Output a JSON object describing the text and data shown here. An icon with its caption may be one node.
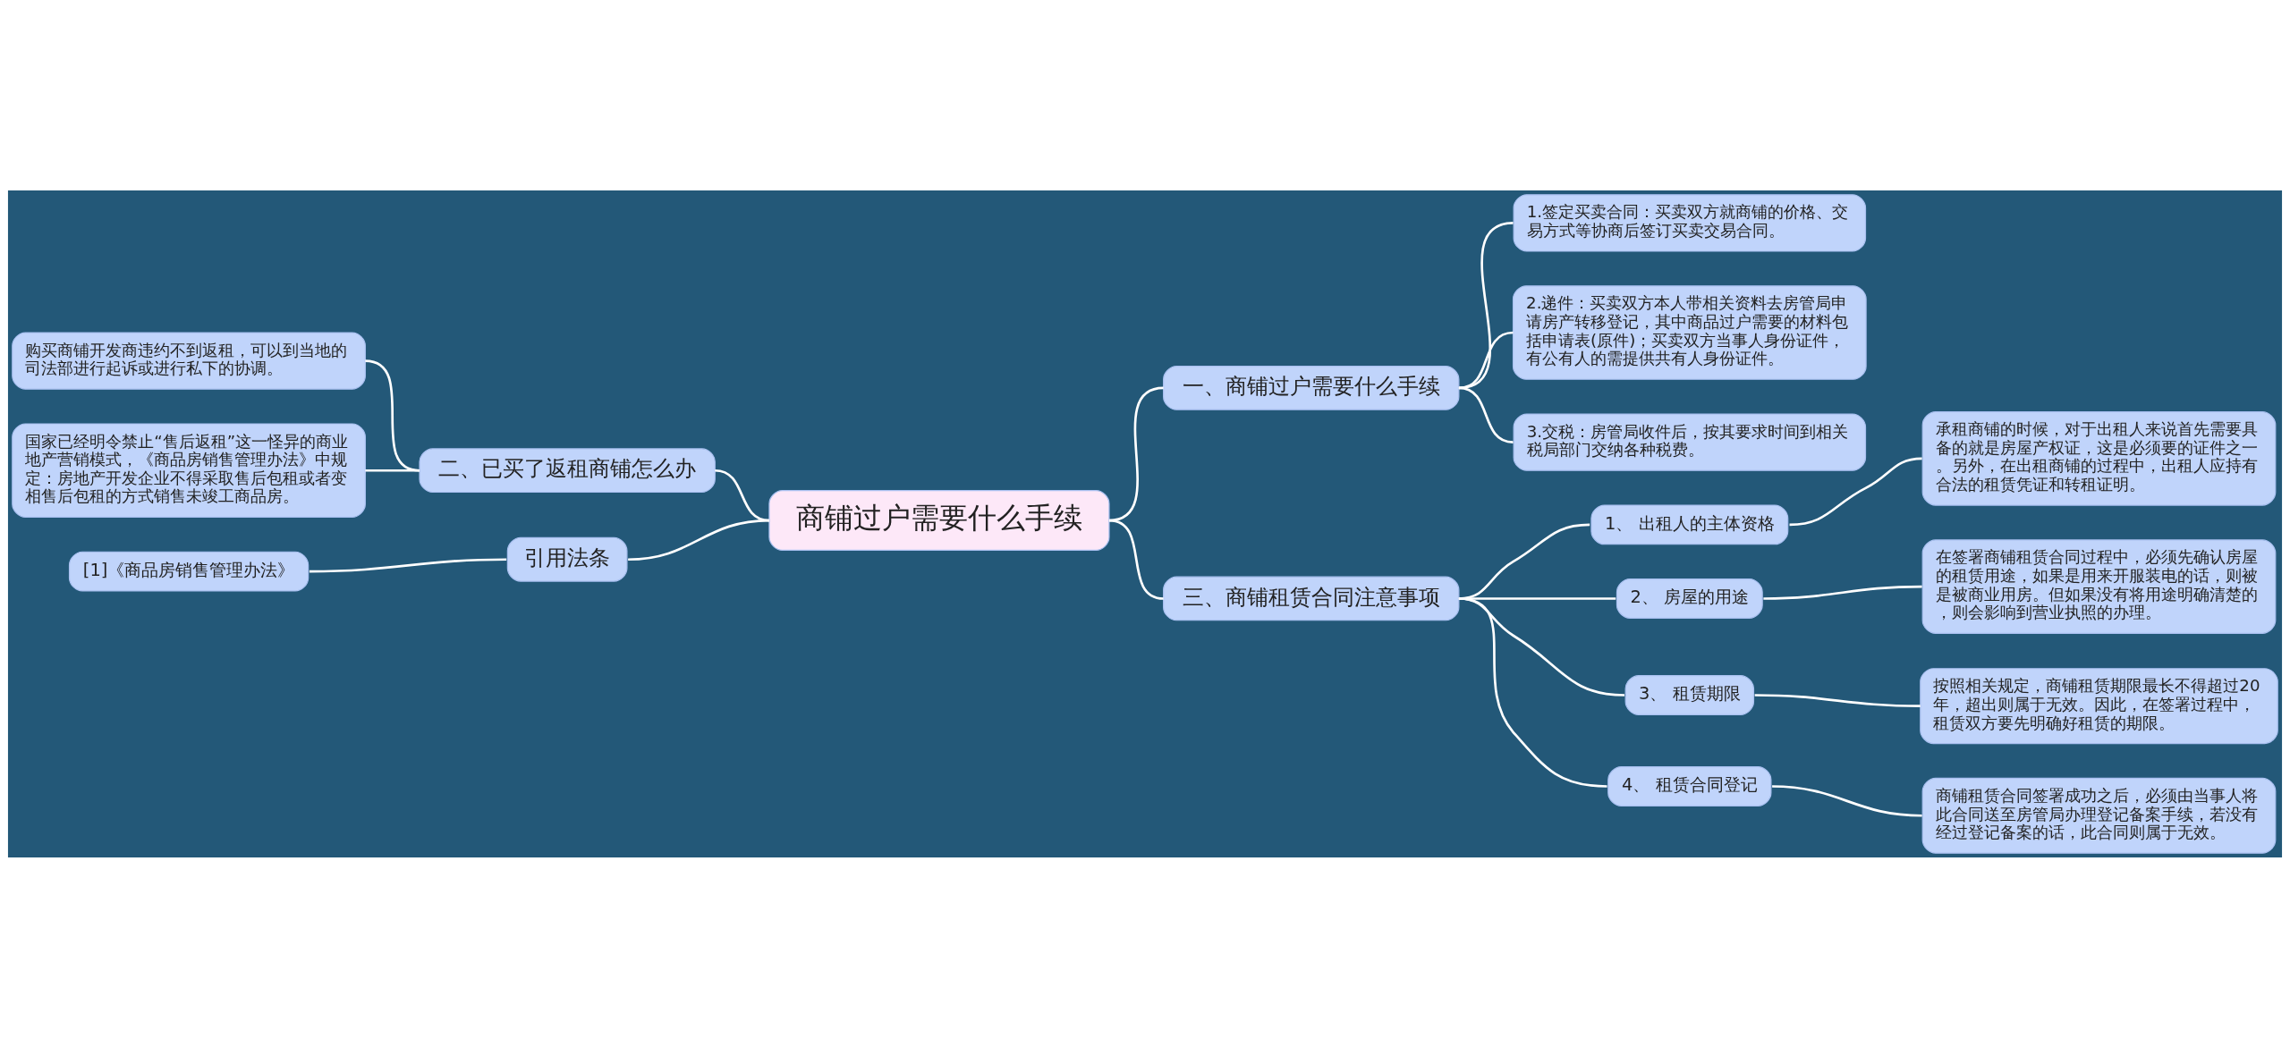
{
  "diagram": {
    "nodes": [
      {
        "text": [
          "商铺过户需要什么手续"
        ]
      },
      {
        "text": [
          "一、商铺过户需要什么手续"
        ]
      },
      {
        "text": [
          "1.签定买卖合同：买卖双方就商铺的价格、交易方式等协商后签订买卖交易合同。"
        ]
      },
      {
        "text": [
          "2.递件：买卖双方本人带相关资料去房管局申请房产转移登记，其中商品过户需要的材料包括申请表(原件)；买卖双方当事人身份证件，有公有人的需提供共有人身份证件。"
        ]
      },
      {
        "text": [
          "3.交税：房管局收件后，按其要求时间到相关税局部门交纳各种税费。"
        ]
      },
      {
        "text": [
          "三、商铺租赁合同注意事项"
        ]
      },
      {
        "text": [
          "1、 出租人的主体资格"
        ]
      },
      {
        "text": [
          "承租商铺的时候，对于出租人来说首先需要具备的就是房屋产权证，这是必须要的证件之一。另外，在出租商铺的过程中，出租人应持有合法的租赁凭证和转租证明。"
        ]
      },
      {
        "text": [
          "2、 房屋的用途"
        ]
      },
      {
        "text": [
          "在签署商铺租赁合同过程中，必须先确认房屋的租赁用途，如果是用来开服装电的话，则被是被商业用房。但如果没有将用途明确清楚的，则会影响到营业执照的办理。"
        ]
      },
      {
        "text": [
          "3、 租赁期限"
        ]
      },
      {
        "text": [
          "按照相关规定，商铺租赁期限最长不得超过20年，超出则属于无效。因此，在签署过程中，租赁双方要先明确好租赁的期限。"
        ]
      },
      {
        "text": [
          "4、 租赁合同登记"
        ]
      },
      {
        "text": [
          "商铺租赁合同签署成功之后，必须由当事人将此合同送至房管局办理登记备案手续，若没有经过登记备案的话，此合同则属于无效。"
        ]
      },
      {
        "text": [
          "二、已买了返租商铺怎么办"
        ]
      },
      {
        "text": [
          "购买商铺开发商违约不到返租，可以到当地的司法部进行起诉或进行私下的协调。"
        ]
      },
      {
        "text": [
          "国家已经明令禁止“售后返租”这一怪异的商业地产营销模式，《商品房销售管理办法》中规定：房地产开发企业不得采取售后包租或者变相售后包租的方式销售未竣工商品房。"
        ]
      },
      {
        "text": [
          "引用法条"
        ]
      },
      {
        "text": [
          "[1]《商品房销售管理办法》"
        ]
      }
    ],
    "edges": [
      {
        "from": 0,
        "to": 1,
        "arrow": "none"
      },
      {
        "from": 1,
        "to": 2,
        "arrow": "none"
      },
      {
        "from": 1,
        "to": 3,
        "arrow": "none"
      },
      {
        "from": 1,
        "to": 4,
        "arrow": "none"
      },
      {
        "from": 0,
        "to": 5,
        "arrow": "none"
      },
      {
        "from": 5,
        "to": 6,
        "arrow": "none"
      },
      {
        "from": 6,
        "to": 7,
        "arrow": "none"
      },
      {
        "from": 5,
        "to": 8,
        "arrow": "none"
      },
      {
        "from": 8,
        "to": 9,
        "arrow": "none"
      },
      {
        "from": 5,
        "to": 10,
        "arrow": "none"
      },
      {
        "from": 10,
        "to": 11,
        "arrow": "none"
      },
      {
        "from": 5,
        "to": 12,
        "arrow": "none"
      },
      {
        "from": 12,
        "to": 13,
        "arrow": "none"
      },
      {
        "from": 14,
        "to": 0,
        "arrow": "none"
      },
      {
        "from": 15,
        "to": 14,
        "arrow": "none"
      },
      {
        "from": 16,
        "to": 14,
        "arrow": "none"
      },
      {
        "from": 17,
        "to": 0,
        "arrow": "none"
      },
      {
        "from": 18,
        "to": 17,
        "arrow": "none"
      }
    ]
  }
}
